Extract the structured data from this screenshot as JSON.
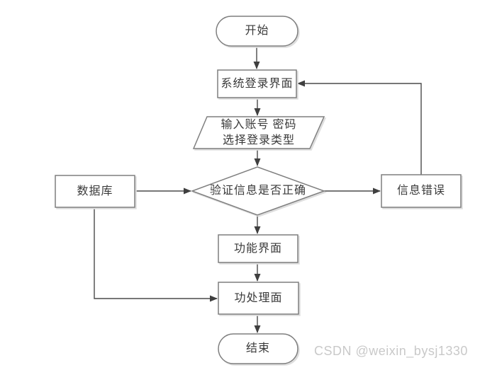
{
  "nodes": {
    "start": {
      "label": "开始",
      "type": "terminator"
    },
    "login_screen": {
      "label": "系统登录界面",
      "type": "process"
    },
    "input_io": {
      "line1": "输入账号 密码",
      "line2": "选择登录类型",
      "type": "input-output"
    },
    "verify_decision": {
      "label": "验证信息是否正确",
      "type": "decision"
    },
    "database": {
      "label": "数据库",
      "type": "process"
    },
    "info_error": {
      "label": "信息错误",
      "type": "process"
    },
    "function_screen": {
      "label": "功能界面",
      "type": "process"
    },
    "processing_screen": {
      "label": "功处理面",
      "type": "process"
    },
    "end": {
      "label": "结束",
      "type": "terminator"
    }
  },
  "watermark": {
    "text": "CSDN @weixin_bysj1330"
  },
  "colors": {
    "background": "#ffffff",
    "node_border": "#7f7f7f",
    "connector": "#4a4a4a",
    "arrowhead": "#3f3f3f",
    "text": "#3a3a3a",
    "shadow": "#dedede",
    "watermark": "#c9c9c9"
  }
}
